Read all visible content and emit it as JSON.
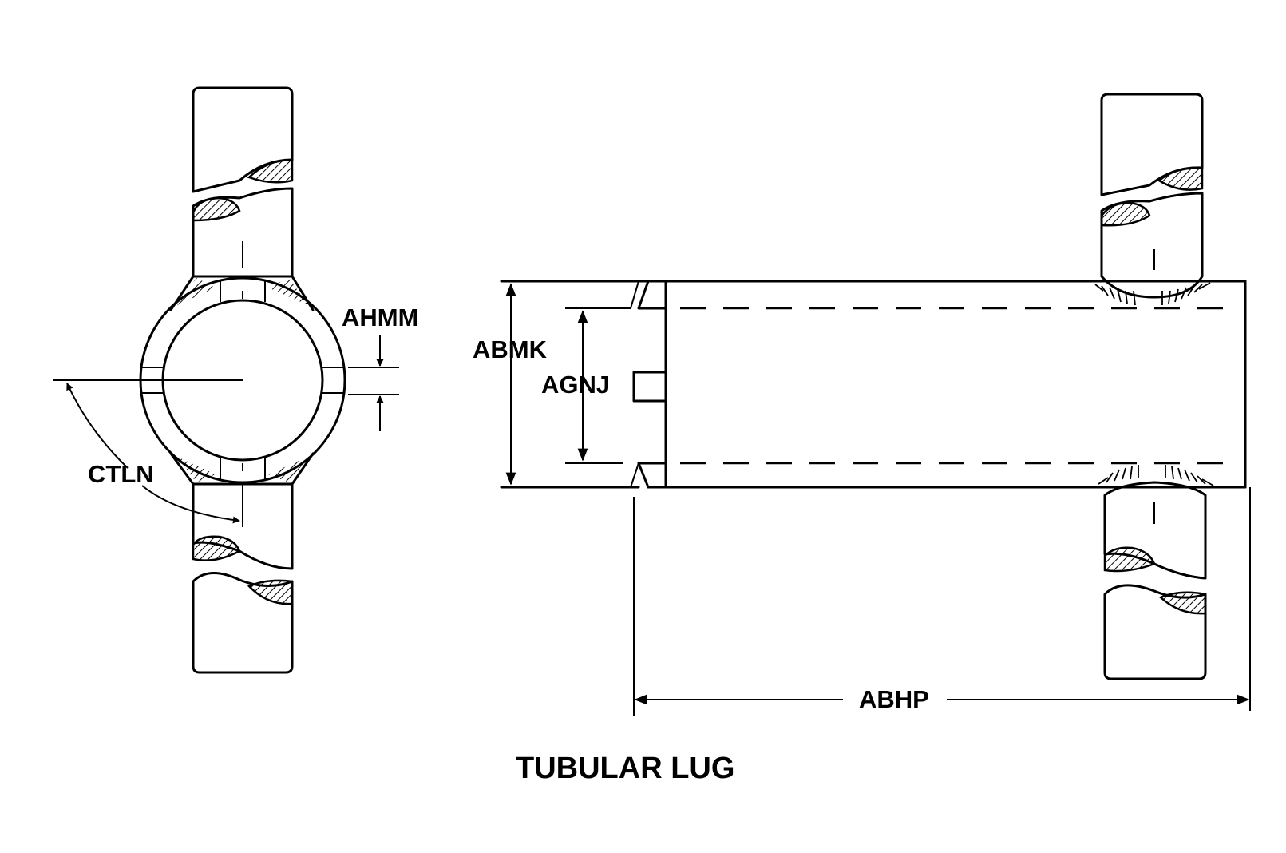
{
  "labels": {
    "ahmm": "AHMM",
    "ctln": "CTLN",
    "abmk": "ABMK",
    "agnj": "AGNJ",
    "abhp": "ABHP"
  },
  "title": "TUBULAR LUG"
}
